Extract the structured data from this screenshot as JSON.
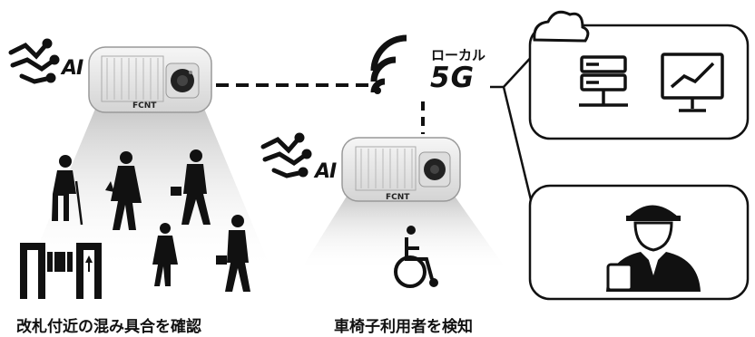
{
  "network": {
    "label": "ローカル",
    "tech": "5G"
  },
  "ai_label": "AI",
  "camera_brand": "FCNT",
  "captions": {
    "gate": "改札付近の混み具合を確認",
    "wheelchair": "車椅子利用者を検知"
  },
  "icons": [
    "ai-network-icon",
    "camera-device-icon",
    "wifi-signal-icon",
    "cloud-icon",
    "server-icon",
    "monitor-chart-icon",
    "station-staff-icon",
    "ticket-gate-icon",
    "wheelchair-user-icon",
    "pedestrian-icon"
  ],
  "colors": {
    "ink": "#111111",
    "device": "#e8e8e8",
    "beam": "#dcdcdc"
  }
}
